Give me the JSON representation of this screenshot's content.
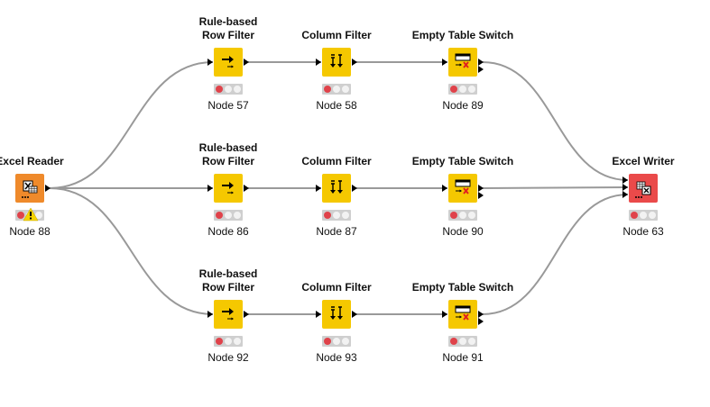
{
  "colors": {
    "manipulator": "#f5c800",
    "source": "#ef8a2b",
    "sink": "#ea4a4a",
    "wire": "#999999",
    "light_red": "#e0424a",
    "light_off": "#f2f2f2",
    "warning": "#f5d300"
  },
  "nodes": [
    {
      "id": "n88",
      "title": "Excel Reader",
      "label": "Node 88",
      "kind": "source",
      "icon": "excel-reader-icon",
      "warning": true
    },
    {
      "id": "n57",
      "title": "Rule-based\nRow Filter",
      "label": "Node 57",
      "kind": "manipulator",
      "icon": "row-filter-icon"
    },
    {
      "id": "n58",
      "title": "Column Filter",
      "label": "Node 58",
      "kind": "manipulator",
      "icon": "column-filter-icon"
    },
    {
      "id": "n89",
      "title": "Empty Table Switch",
      "label": "Node 89",
      "kind": "manipulator",
      "icon": "empty-table-switch-icon"
    },
    {
      "id": "n86",
      "title": "Rule-based\nRow Filter",
      "label": "Node 86",
      "kind": "manipulator",
      "icon": "row-filter-icon"
    },
    {
      "id": "n87",
      "title": "Column Filter",
      "label": "Node 87",
      "kind": "manipulator",
      "icon": "column-filter-icon"
    },
    {
      "id": "n90",
      "title": "Empty Table Switch",
      "label": "Node 90",
      "kind": "manipulator",
      "icon": "empty-table-switch-icon"
    },
    {
      "id": "n92",
      "title": "Rule-based\nRow Filter",
      "label": "Node 92",
      "kind": "manipulator",
      "icon": "row-filter-icon"
    },
    {
      "id": "n93",
      "title": "Column Filter",
      "label": "Node 93",
      "kind": "manipulator",
      "icon": "column-filter-icon"
    },
    {
      "id": "n91",
      "title": "Empty Table Switch",
      "label": "Node 91",
      "kind": "manipulator",
      "icon": "empty-table-switch-icon"
    },
    {
      "id": "n63",
      "title": "Excel Writer",
      "label": "Node 63",
      "kind": "sink",
      "icon": "excel-writer-icon"
    }
  ],
  "connections": [
    {
      "from": "n88",
      "to": "n57"
    },
    {
      "from": "n88",
      "to": "n86"
    },
    {
      "from": "n88",
      "to": "n92"
    },
    {
      "from": "n57",
      "to": "n58"
    },
    {
      "from": "n58",
      "to": "n89"
    },
    {
      "from": "n86",
      "to": "n87"
    },
    {
      "from": "n87",
      "to": "n90"
    },
    {
      "from": "n92",
      "to": "n93"
    },
    {
      "from": "n93",
      "to": "n91"
    },
    {
      "from": "n89",
      "to": "n63"
    },
    {
      "from": "n90",
      "to": "n63"
    },
    {
      "from": "n91",
      "to": "n63"
    }
  ]
}
